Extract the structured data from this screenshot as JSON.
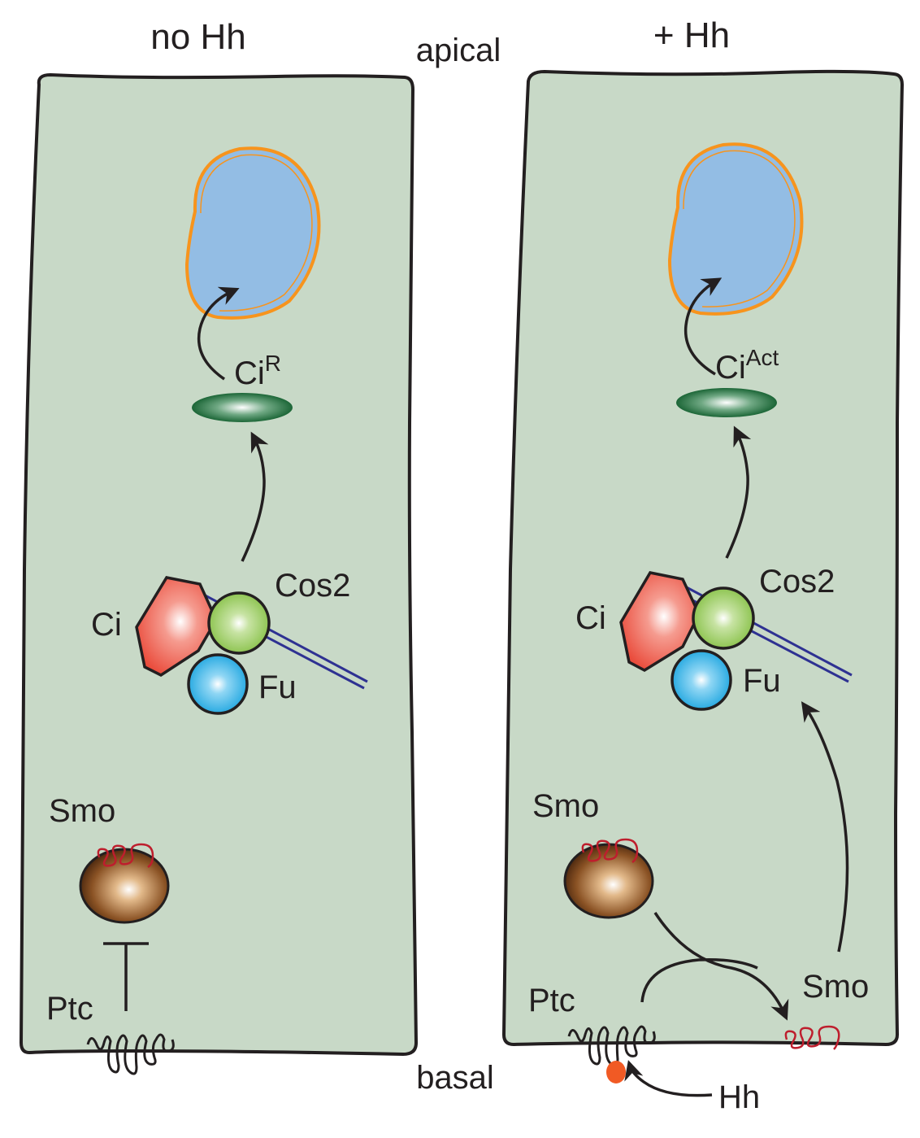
{
  "labels": {
    "left_title": "no Hh",
    "right_title": "+ Hh",
    "apical": "apical",
    "basal": "basal"
  },
  "left_cell": {
    "ci_repressor": {
      "base": "Ci",
      "superscript": "R"
    },
    "complex": {
      "ci": "Ci",
      "cos2": "Cos2",
      "fu": "Fu"
    },
    "smo": "Smo",
    "ptc": "Ptc"
  },
  "right_cell": {
    "ci_activator": {
      "base": "Ci",
      "superscript": "Act"
    },
    "complex": {
      "ci": "Ci",
      "cos2": "Cos2",
      "fu": "Fu"
    },
    "smo_vesicle": "Smo",
    "smo_membrane": "Smo",
    "ptc": "Ptc",
    "hh": "Hh"
  },
  "colors": {
    "cell": "#c8d9c7",
    "nucleus_fill": "#93bde4",
    "nucleus_border": "#f7941d",
    "ci": "#ee5a4d",
    "cos2": "#92c853",
    "fu": "#29abe2",
    "microtubule": "#2e3192",
    "smo": "#be1e2d",
    "vesicle": "#5a2e12",
    "hh": "#f15a24",
    "ci_ellipse": "#1f6b3a"
  }
}
